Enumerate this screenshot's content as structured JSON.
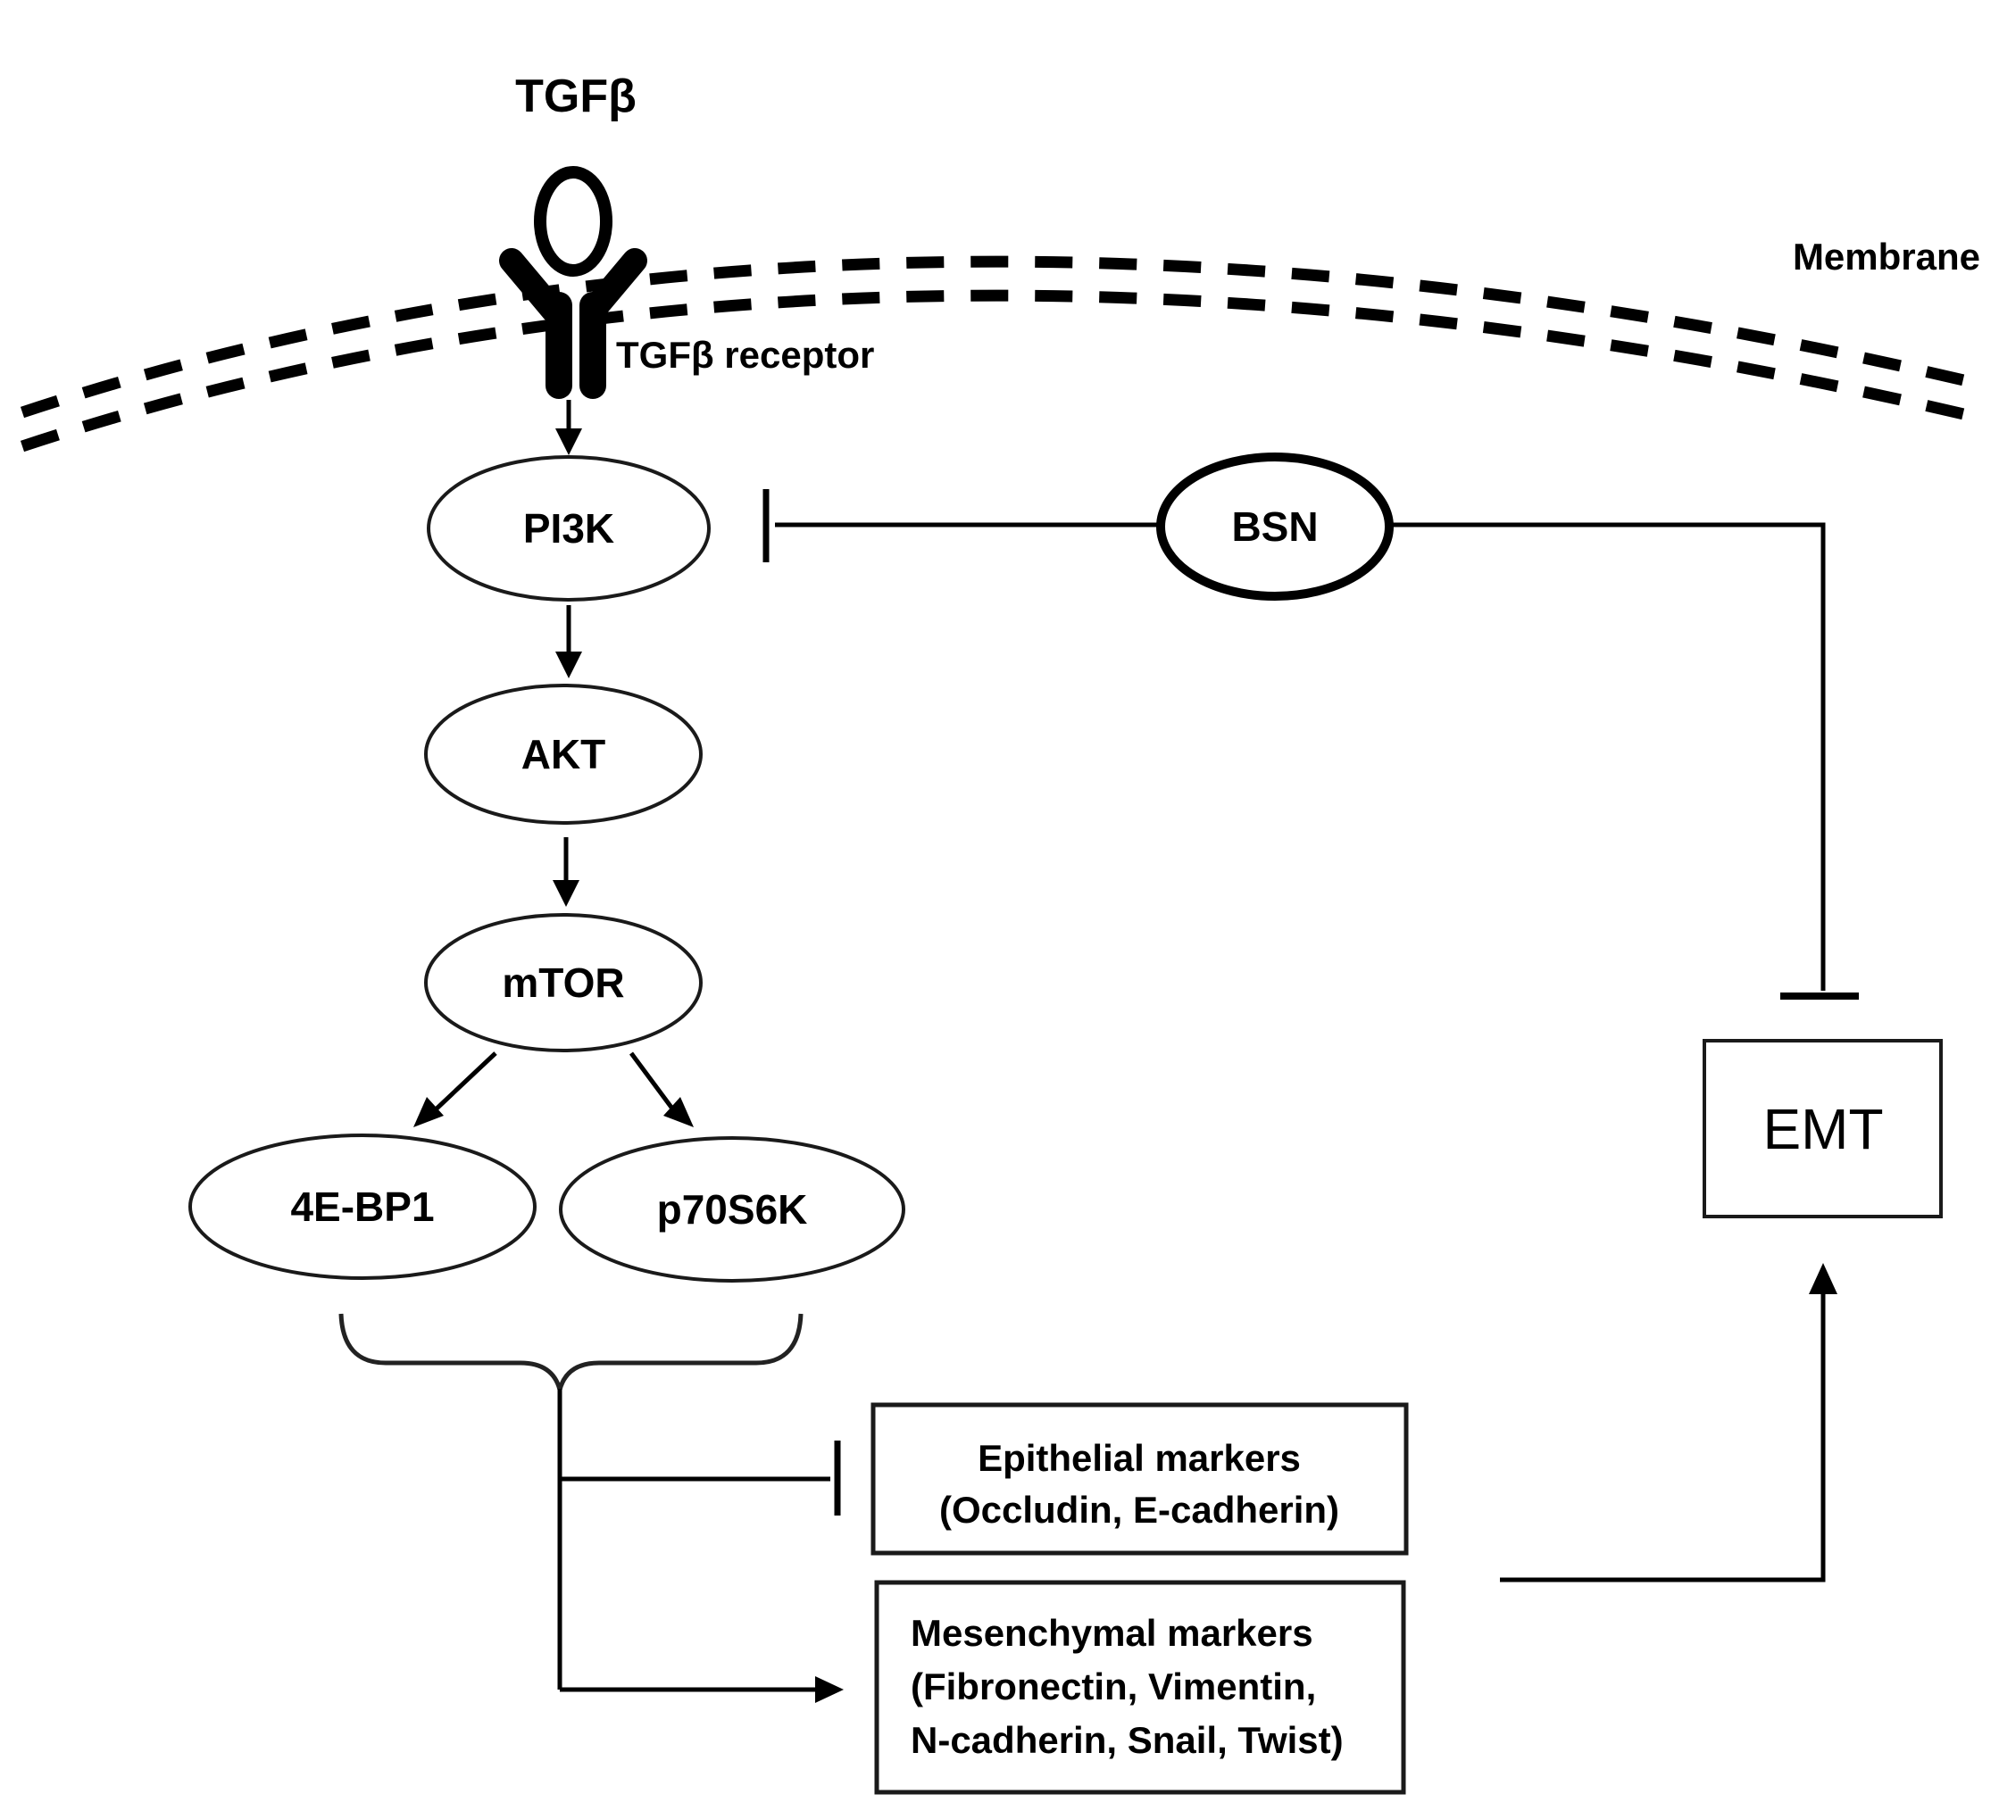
{
  "diagram": {
    "ligand_label": "TGFβ",
    "receptor_label": "TGFβ receptor",
    "membrane_label": "Membrane",
    "nodes": {
      "pi3k": "PI3K",
      "akt": "AKT",
      "mtor": "mTOR",
      "fourebp1": "4E-BP1",
      "p70s6k": "p70S6K",
      "bsn": "BSN",
      "emt": "EMT"
    },
    "boxes": {
      "epithelial": {
        "line1": "Epithelial markers",
        "line2": "(Occludin, E-cadherin)"
      },
      "mesenchymal": {
        "line1": "Mesenchymal markers",
        "line2": "(Fibronectin, Vimentin,",
        "line3": "N-cadherin, Snail, Twist)"
      }
    },
    "colors": {
      "ink": "#000000",
      "background": "#ffffff"
    }
  }
}
